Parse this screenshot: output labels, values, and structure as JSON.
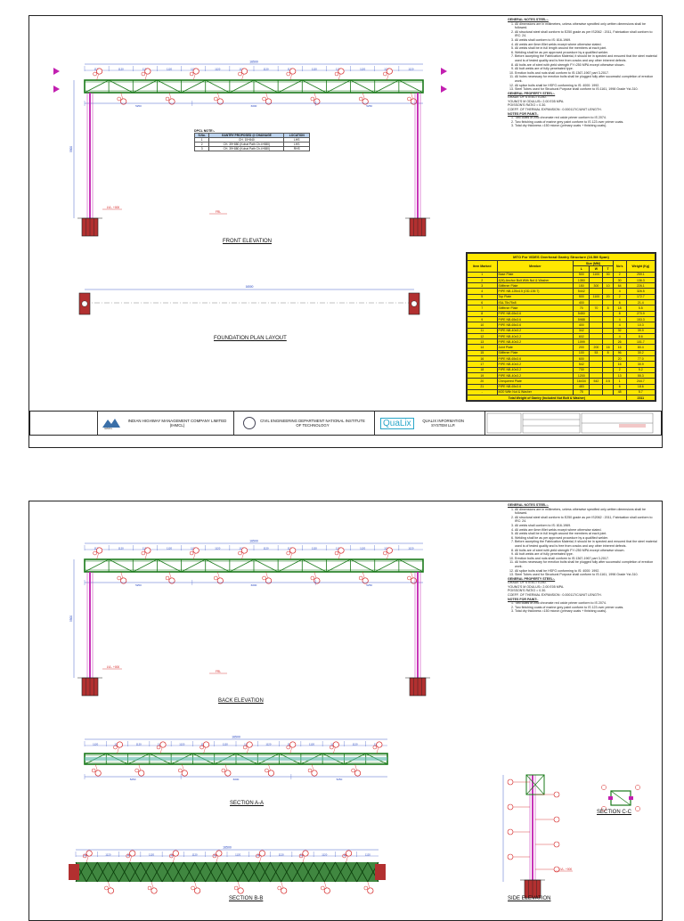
{
  "sheet1": {
    "drawing_title": "FRONT ELEVATION",
    "foundation_title": "FOUNDATION PLAN LAYOUT",
    "dim_total": "16500",
    "dim_spans": [
      "5250",
      "6000",
      "5250"
    ],
    "dim_panels": [
      "1120",
      "1120",
      "1120",
      "1120",
      "1120",
      "1120",
      "1120",
      "1120",
      "1120",
      "1120",
      "1120",
      "1120",
      "1120",
      "1120"
    ],
    "dim_height": "5500",
    "foundation_dim": "16500",
    "level_label": "LVL. +000",
    "frl_label": "FRL",
    "chainage_table": {
      "caption": "DPCL NOTE:-",
      "headers": [
        "S.No.",
        "GANTRY PROPOSED @ CHAINAGE",
        "LOCATION"
      ],
      "rows": [
        [
          "1",
          "CH. 15+840",
          "LHS"
        ],
        [
          "2",
          "CH. 39+880 (Kohat Path Ch.4+880)",
          "LHS"
        ],
        [
          "3",
          "CH. 39+880 (Kohat Path Ch.4+880)",
          "RHS"
        ]
      ]
    }
  },
  "notes": {
    "heading": "GENERAL NOTES STEEL:-",
    "items": [
      "All dimensions are in millimeters, unless otherwise specified only written dimensions shall be followed.",
      "All structural steel shall conform to E250 grade as per IS2062 : 2011, Fabrication shall conform to IRC: 24.",
      "All welds shall conform to IS: 816-1969.",
      "All welds are 6mm fillet welds except where otherwise stated.",
      "All welds shall be in full length around the members at each joint.",
      "Welding shall be as per approved procedure by a qualified welder.",
      "Before accepting the Fabrication Material, it should be in spected and ensured that the steel material used is of tested quality and is free from cracks and any other inherent defects.",
      "All bolts are of steel with yield strength FY=250 MPA except otherwise shown.",
      "All butt welds are of fully penetrated type.",
      "Erection bolts and nuts shall conform to IS:1367-1967 part 3-2017.",
      "All holes necessary for erection bolts shall be plugged fully after successful completion of erection work.",
      "All splice bolts shall be HSFG conforming to IS: 4000: 1992.",
      "Steel Tubes used for Structural Purpose shall conform to IS:1161, 1998 Grade Yst-310."
    ],
    "property_heading": "GENERAL PROPERTY STEEL:-",
    "property_lines": [
      "GRADE OF STEEL= E250.",
      "YOUNG'S M ODULUS= 2.00 E05 MPA.",
      "POISSON'S RATIO = 0.30.",
      "COEFF. OF THERMAL EXPANSION : 0.000117/C/UNIT LENGTH."
    ],
    "paint_heading": "NOTES FOR PAINT:-",
    "paint_items": [
      "Two coats of zinc chromate red oxide primer conform to IS 2074.",
      "Two finishing coats of marine grey paint conform to IS 123 over primer coats.",
      "Total dry thickness =150 micron (primary coats + finishing coats)."
    ]
  },
  "mto": {
    "title": "MTO For VIDES Overhead Gantry Structure (16.5M Span)",
    "headers": {
      "item": "Item Marked",
      "member": "Member",
      "size": "Size (MM)",
      "l": "L",
      "w": "W",
      "t": "T",
      "nos": "No's",
      "weight": "Weight (Kg)"
    },
    "rows": [
      [
        "1",
        "Base Plate",
        "500",
        "1100",
        "30",
        "2",
        "259.1"
      ],
      [
        "2",
        "J(M)-Anchor Bolt With Nut & Washer",
        "1350",
        "",
        "",
        "30",
        "136.3"
      ],
      [
        "3",
        "Stiffener Plate",
        "150",
        "300",
        "10",
        "64",
        "226.1"
      ],
      [
        "4",
        "PIPE NB-125x4.5 (OD-139.7)",
        "5442",
        "",
        "",
        "4",
        "326.5"
      ],
      [
        "5",
        "Top Plate",
        "500",
        "1100",
        "20",
        "2",
        "172.7"
      ],
      [
        "6",
        "ISA-75x75x8",
        "400",
        "",
        "",
        "6",
        "21.4"
      ],
      [
        "7",
        "Stiffener Plate",
        "70",
        "70",
        "8",
        "18",
        "5.5"
      ],
      [
        "8",
        "PIPE NB-65x3.6",
        "5450",
        "",
        "",
        "8",
        "270.9"
      ],
      [
        "9",
        "PIPE NB-65x3.6",
        "5988",
        "",
        "",
        "4",
        "153.3"
      ],
      [
        "10",
        "PIPE NB-65x3.6",
        "400",
        "",
        "",
        "4",
        "10.3"
      ],
      [
        "11",
        "PIPE NB-40x3.2",
        "342",
        "",
        "",
        "32",
        "39.9"
      ],
      [
        "12",
        "PIPE NB-40x3.2",
        "602",
        "",
        "",
        "4",
        "8.6"
      ],
      [
        "13",
        "PIPE NB-40x3.2",
        "1099",
        "",
        "",
        "26",
        "101.7"
      ],
      [
        "14",
        "Joint Plate",
        "200",
        "200",
        "16",
        "16",
        "80.4"
      ],
      [
        "15",
        "Stiffener Plate",
        "100",
        "53",
        "8",
        "96",
        "30.2"
      ],
      [
        "16",
        "PIPE NB-65x3.6",
        "600",
        "",
        "",
        "20",
        "77.0"
      ],
      [
        "17",
        "PIPE NB-40x3.2",
        "542",
        "",
        "",
        "16",
        "30.9"
      ],
      [
        "18",
        "PIPE NB-40x3.2",
        "730",
        "",
        "",
        "2",
        "5.2"
      ],
      [
        "19",
        "PIPE NB-40x3.2",
        "1200",
        "",
        "",
        "13",
        "55.3"
      ],
      [
        "20",
        "Chequered Plate",
        "16434",
        "542",
        "3.5",
        "1",
        "244.7"
      ],
      [
        "21",
        "PIPE NB-65x3.6",
        "483",
        "",
        "",
        "6",
        "18.6"
      ],
      [
        "-",
        "M20 With Nut & Washer",
        "75",
        "",
        "",
        "48",
        "5.7"
      ]
    ],
    "total_label": "Total Weight of Gantry (Included Nut Bolt & Washer)",
    "total_value": "2311"
  },
  "title_block": {
    "client": "INDIAN HIGHWAY MANAGEMENT COMPANY LIMITED (IHMCL)",
    "client_logo": "IHMCL",
    "consultant": "CIVIL ENGINEERING DEPARTMENT NATIONAL INSTITUTE OF TECHNOLOGY",
    "contractor_logo": "QuaLix",
    "contractor": "QUALIX INFORMATION SYSTEM LLP."
  },
  "sheet2": {
    "back_title": "BACK ELEVATION",
    "section_aa": "SECTION A-A",
    "section_bb": "SECTION B-B",
    "section_cc": "SECTION C-C",
    "side_title": "SIDE ELEVATION"
  },
  "colors": {
    "truss": "#1a7a1a",
    "dims": "#1f3fbf",
    "callouts": "#d42020",
    "magenta": "#c21fb0",
    "base": "#b23030",
    "mto_bg": "#ffe800"
  }
}
